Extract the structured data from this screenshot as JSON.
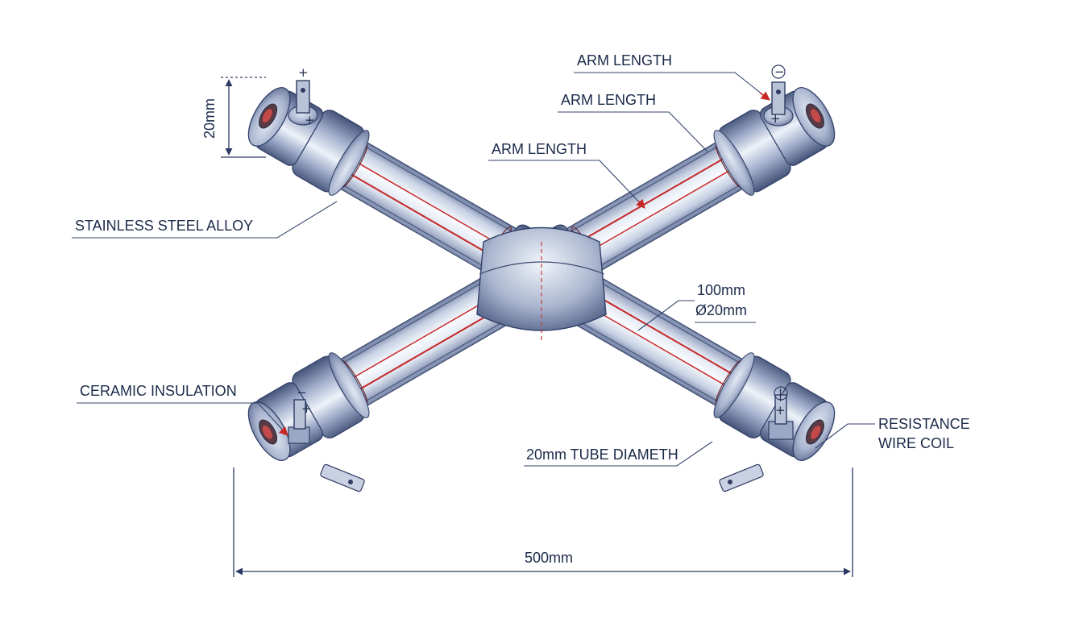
{
  "labels": {
    "arm_length_1": "ARM LENGTH",
    "arm_length_2": "ARM LENGTH",
    "arm_length_3": "ARM LENGTH",
    "stainless": "STAINLESS STEEL ALLOY",
    "ceramic": "CERAMIC INSULATION",
    "diameter_100": "100mm",
    "diameter_20": "Ø20mm",
    "tube_diameter": "20mm TUBE DIAMETH",
    "resistance_line1": "RESISTANCE",
    "resistance_line2": "WIRE COIL",
    "overall_width": "500mm",
    "tube_height": "20mm"
  },
  "terminals": {
    "top_left": "+",
    "top_right_symbol": "−",
    "top_right_lower": "+",
    "bottom_left_symbol": "−",
    "bottom_left_lower": "+",
    "bottom_right_symbol": "|",
    "bottom_right_lower": "+"
  },
  "colors": {
    "steel_dark": "#4d5b80",
    "steel_mid": "#9aa8c6",
    "steel_light": "#e9eef7",
    "wire": "#c62828",
    "line": "#1b2a4a"
  },
  "icons": {
    "terminal": "terminal-tab-icon",
    "end_port": "wire-port-icon"
  }
}
